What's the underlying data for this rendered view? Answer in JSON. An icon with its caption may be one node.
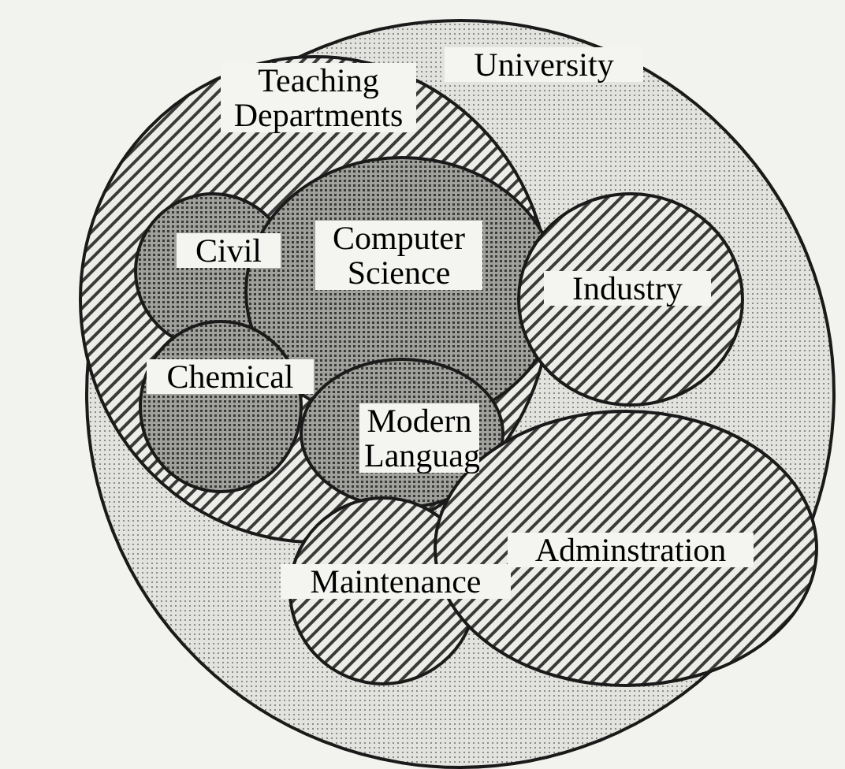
{
  "diagram": {
    "nodes": [
      {
        "text": [
          "University"
        ]
      },
      {
        "text": [
          "Teaching Departments"
        ],
        "in": 0
      },
      {
        "text": [
          "Civil"
        ],
        "in": 1
      },
      {
        "text": [
          "Computer Science"
        ],
        "in": 1
      },
      {
        "text": [
          "Industry"
        ],
        "in": 0
      },
      {
        "text": [
          "Chemical"
        ],
        "in": 1
      },
      {
        "text": [
          "Modern Languag"
        ],
        "in": 1
      },
      {
        "text": [
          "Maintenance"
        ],
        "in": 0
      },
      {
        "text": [
          "Adminstration"
        ],
        "in": 0
      }
    ],
    "edges": []
  }
}
